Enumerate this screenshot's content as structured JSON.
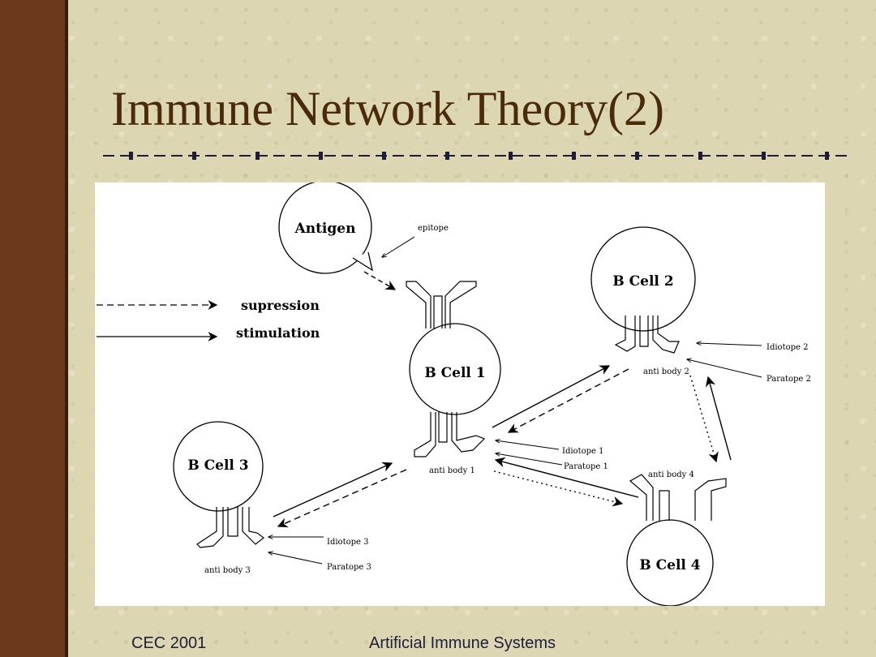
{
  "title": "Immune Network Theory(2)",
  "diagram": {
    "nodes": {
      "antigen": "Antigen",
      "bcell1": "B Cell 1",
      "bcell2": "B Cell 2",
      "bcell3": "B Cell 3",
      "bcell4": "B Cell 4"
    },
    "legend": {
      "suppression": "supression",
      "stimulation": "stimulation"
    },
    "labels": {
      "epitope": "epitope",
      "idiotope1": "Idiotope 1",
      "paratope1": "Paratope 1",
      "antibody1": "anti body 1",
      "idiotope2": "Idiotope 2",
      "paratope2": "Paratope 2",
      "antibody2": "anti body 2",
      "idiotope3": "Idiotope 3",
      "paratope3": "Paratope 3",
      "antibody3": "anti body 3",
      "antibody4": "anti body 4"
    }
  },
  "footer": {
    "left": "CEC 2001",
    "center": "Artificial Immune Systems"
  }
}
